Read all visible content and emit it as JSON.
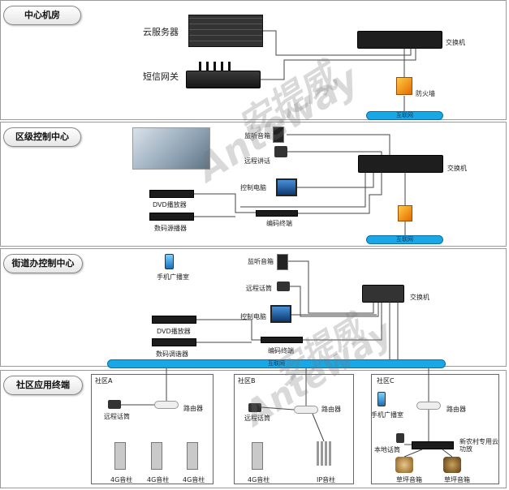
{
  "sections": {
    "s1": {
      "title": "中心机房"
    },
    "s2": {
      "title": "区级控制中心"
    },
    "s3": {
      "title": "街道办控制中心"
    },
    "s4": {
      "title": "社区应用终端"
    }
  },
  "s1": {
    "cloud_server": "云服务器",
    "sms_gateway": "短信网关",
    "switch": "交换机",
    "firewall": "防火墙",
    "internet": "互联网"
  },
  "s2": {
    "monitor_speaker": "监听音箱",
    "remote_mic": "远程讲话",
    "control_pc": "控制电脑",
    "dvd": "DVD播放器",
    "digital_source": "数码源播器",
    "encoder": "编码终端",
    "switch": "交换机",
    "internet": "互联网"
  },
  "s3": {
    "mobile_broadcast": "手机广播室",
    "monitor_speaker": "监听音箱",
    "remote_mic": "远程话筒",
    "switch": "交换机",
    "control_pc": "控制电脑",
    "dvd": "DVD播放器",
    "tuner": "数码调谐器",
    "encoder": "编码终端",
    "internet": "互联网"
  },
  "s4": {
    "area_a": {
      "title": "社区A",
      "remote_mic": "远程话筒",
      "router": "路由器",
      "speakers": [
        "4G音柱",
        "4G音柱",
        "4G音柱"
      ]
    },
    "area_b": {
      "title": "社区B",
      "remote_mic": "远程话筒",
      "router": "路由器",
      "speaker_4g": "4G音柱",
      "speaker_ip": "IP音柱"
    },
    "area_c": {
      "title": "社区C",
      "mobile_broadcast": "手机广播室",
      "router": "路由器",
      "local_mic": "本地话筒",
      "rural_module": "新农村专用云功放",
      "lawn_speaker": "草坪音箱",
      "lawn_speaker2": "草坪音箱"
    }
  },
  "watermark": {
    "cn": "安提威",
    "en": "Anteway"
  },
  "colors": {
    "netbar": "#1aa7e6",
    "firewall": "#f08a00",
    "line": "#444444"
  }
}
